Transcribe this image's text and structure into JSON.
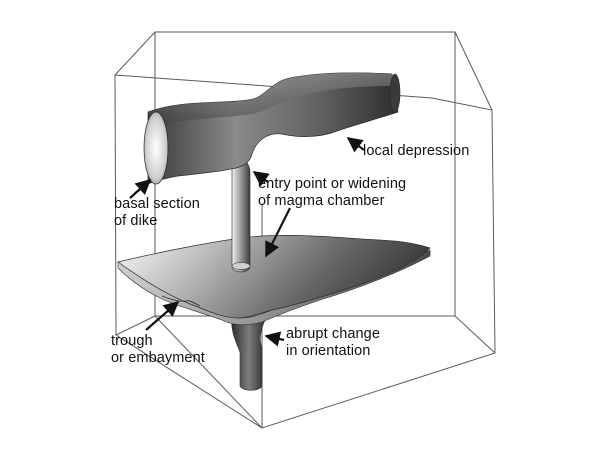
{
  "labels": {
    "local_depression": {
      "lines": [
        "local depression"
      ]
    },
    "basal_section": {
      "lines": [
        "basal section",
        "of dike"
      ]
    },
    "entry_point": {
      "lines": [
        "entry point or widening",
        "of magma chamber"
      ]
    },
    "trough": {
      "lines": [
        "trough",
        "or embayment"
      ]
    },
    "abrupt_change": {
      "lines": [
        "abrupt change",
        "in orientation"
      ]
    }
  },
  "colors": {
    "background": "#ffffff",
    "box_edges": "#5a5a5a",
    "text": "#111111",
    "shade_dark": "#3c3c3c",
    "shade_light": "#f2f2f2"
  }
}
